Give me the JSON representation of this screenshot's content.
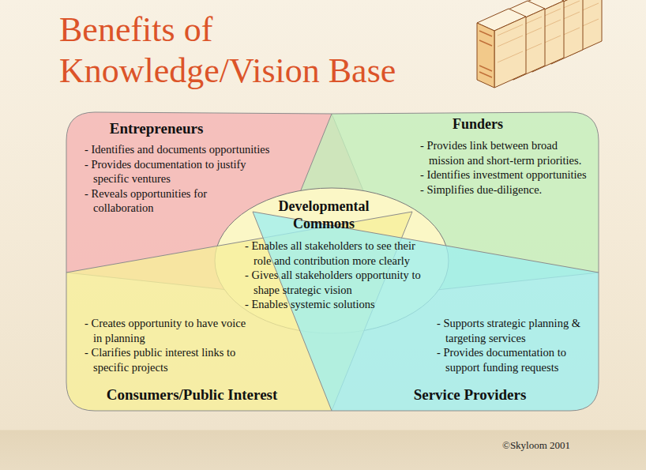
{
  "diagram": {
    "title": "Benefits of Knowledge/Vision Base",
    "nodes": [
      {
        "text": [
          "Entrepreneurs",
          "- Identifies and documents opportunities",
          "- Provides documentation to justify specific ventures",
          "- Reveals opportunities for collaboration"
        ]
      },
      {
        "text": [
          "Funders",
          "- Provides link between broad mission and short-term priorities.",
          "- Identifies investment opportunities",
          "- Simplifies due-diligence."
        ]
      },
      {
        "text": [
          "Developmental Commons",
          "- Enables all stakeholders to see their role and contribution more clearly",
          "- Gives all stakeholders opportunity to shape strategic vision",
          "- Enables systemic solutions"
        ]
      },
      {
        "text": [
          "- Creates opportunity to have voice in planning",
          "- Clarifies public interest links to specific projects",
          "Consumers/Public Interest"
        ]
      },
      {
        "text": [
          "- Supports strategic planning & targeting services",
          "- Provides documentation to support funding requests",
          "Service Providers"
        ]
      }
    ],
    "labels": [
      "©Skyloom 2001"
    ]
  }
}
